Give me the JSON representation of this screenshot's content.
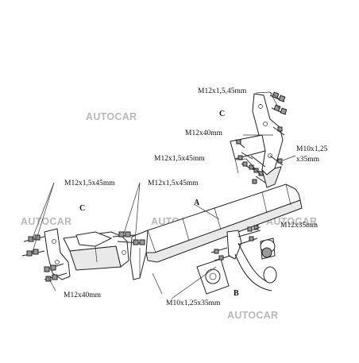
{
  "watermarks": [
    "AUTOCAR",
    "AUTOCAR",
    "AUTOCAR",
    "AUTOCAR",
    "AUTOCAR"
  ],
  "labels": {
    "top_bolt": "M12x1,5,45mm",
    "top_c": "C",
    "mid_m12x40": "M12x40mm",
    "m10_top_1": "M10x1,25",
    "m10_top_2": "x35mm",
    "center_bolt": "M12x1,5x45mm",
    "left_bolt_1": "M12x1,5x45mm",
    "left_bolt_2": "M12x1,5x45mm",
    "a": "A",
    "left_c": "C",
    "right_bolt": "M12x35mm",
    "bottom_m12x40": "M12x40mm",
    "b": "B",
    "bottom_m10": "M10x1,25x35mm"
  }
}
